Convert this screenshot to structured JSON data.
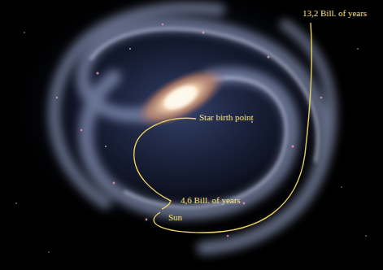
{
  "diagram": {
    "labels": [
      "13,2 Bill. of years",
      "Star birth point",
      "4,6 Bill. of years",
      "Sun"
    ]
  }
}
